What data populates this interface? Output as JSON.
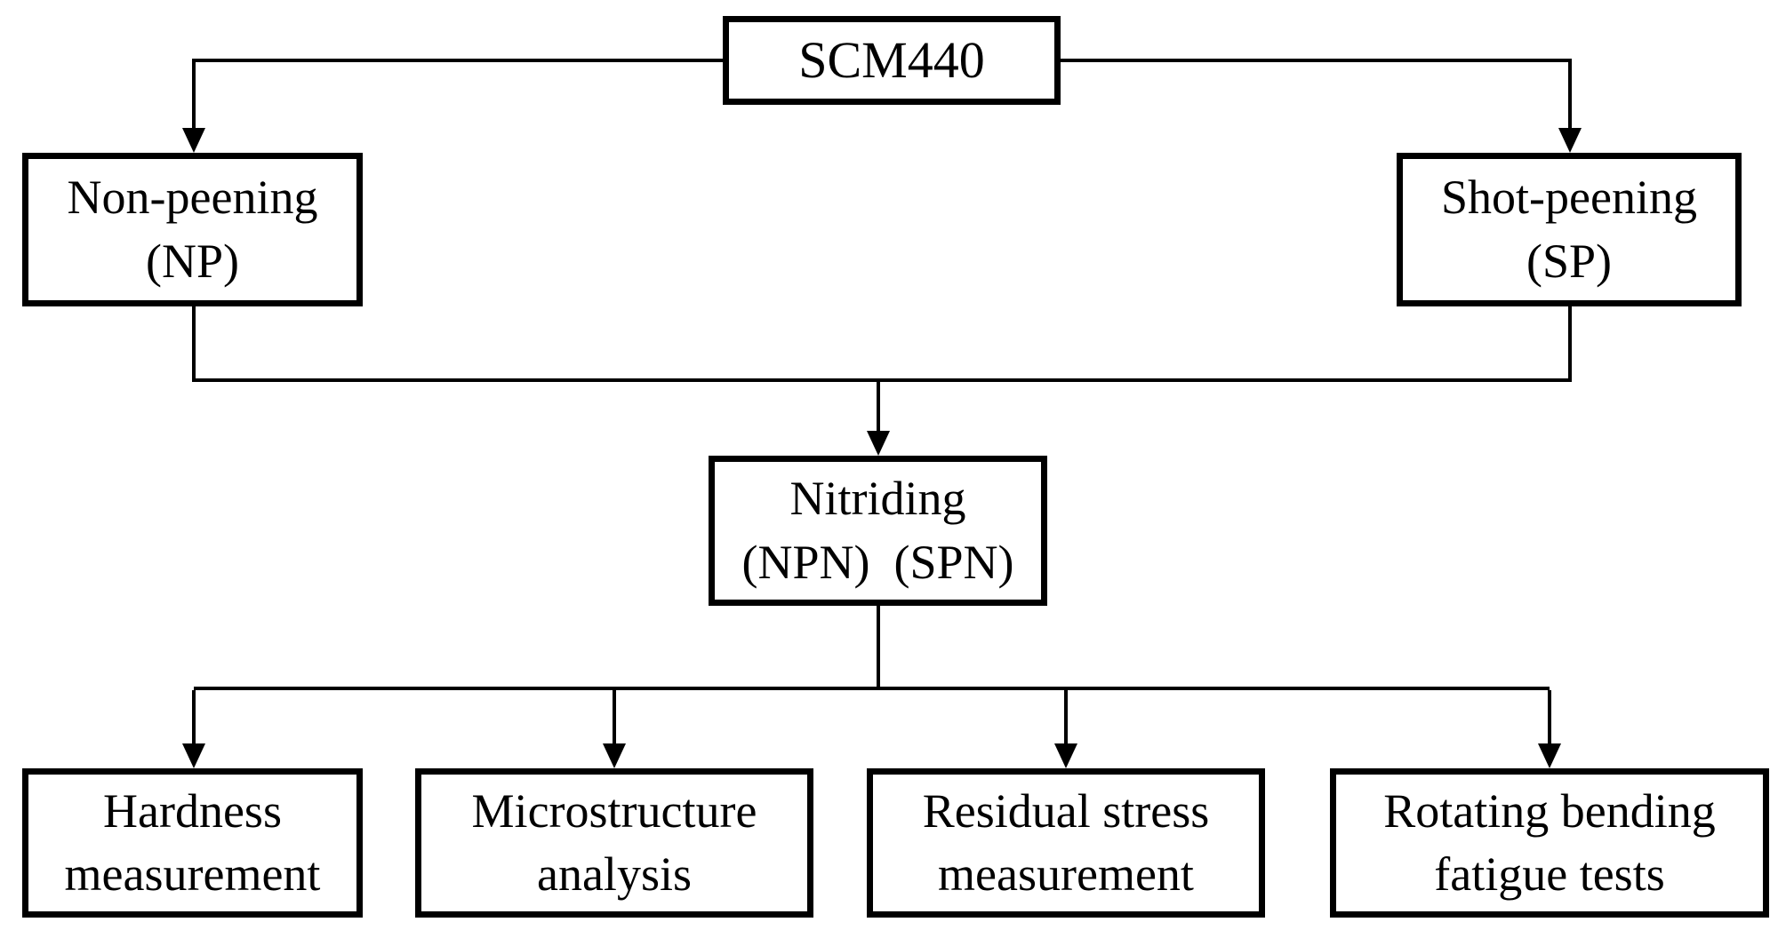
{
  "diagram_type": "flowchart",
  "colors": {
    "line": "#000000",
    "box_border": "#000000",
    "box_fill": "#ffffff",
    "text": "#000000",
    "background": "#ffffff"
  },
  "nodes": {
    "scm440": {
      "label": "SCM440"
    },
    "non_peening": {
      "line1": "Non-peening",
      "line2": "(NP)"
    },
    "shot_peening": {
      "line1": "Shot-peening",
      "line2": "(SP)"
    },
    "nitriding": {
      "line1": "Nitriding",
      "line2": "(NPN)  (SPN)"
    },
    "hardness": {
      "line1": "Hardness",
      "line2": "measurement"
    },
    "microstructure": {
      "line1": "Microstructure",
      "line2": "analysis"
    },
    "residual_stress": {
      "line1": "Residual stress",
      "line2": "measurement"
    },
    "rotating_bending": {
      "line1": "Rotating bending",
      "line2": "fatigue tests"
    }
  }
}
